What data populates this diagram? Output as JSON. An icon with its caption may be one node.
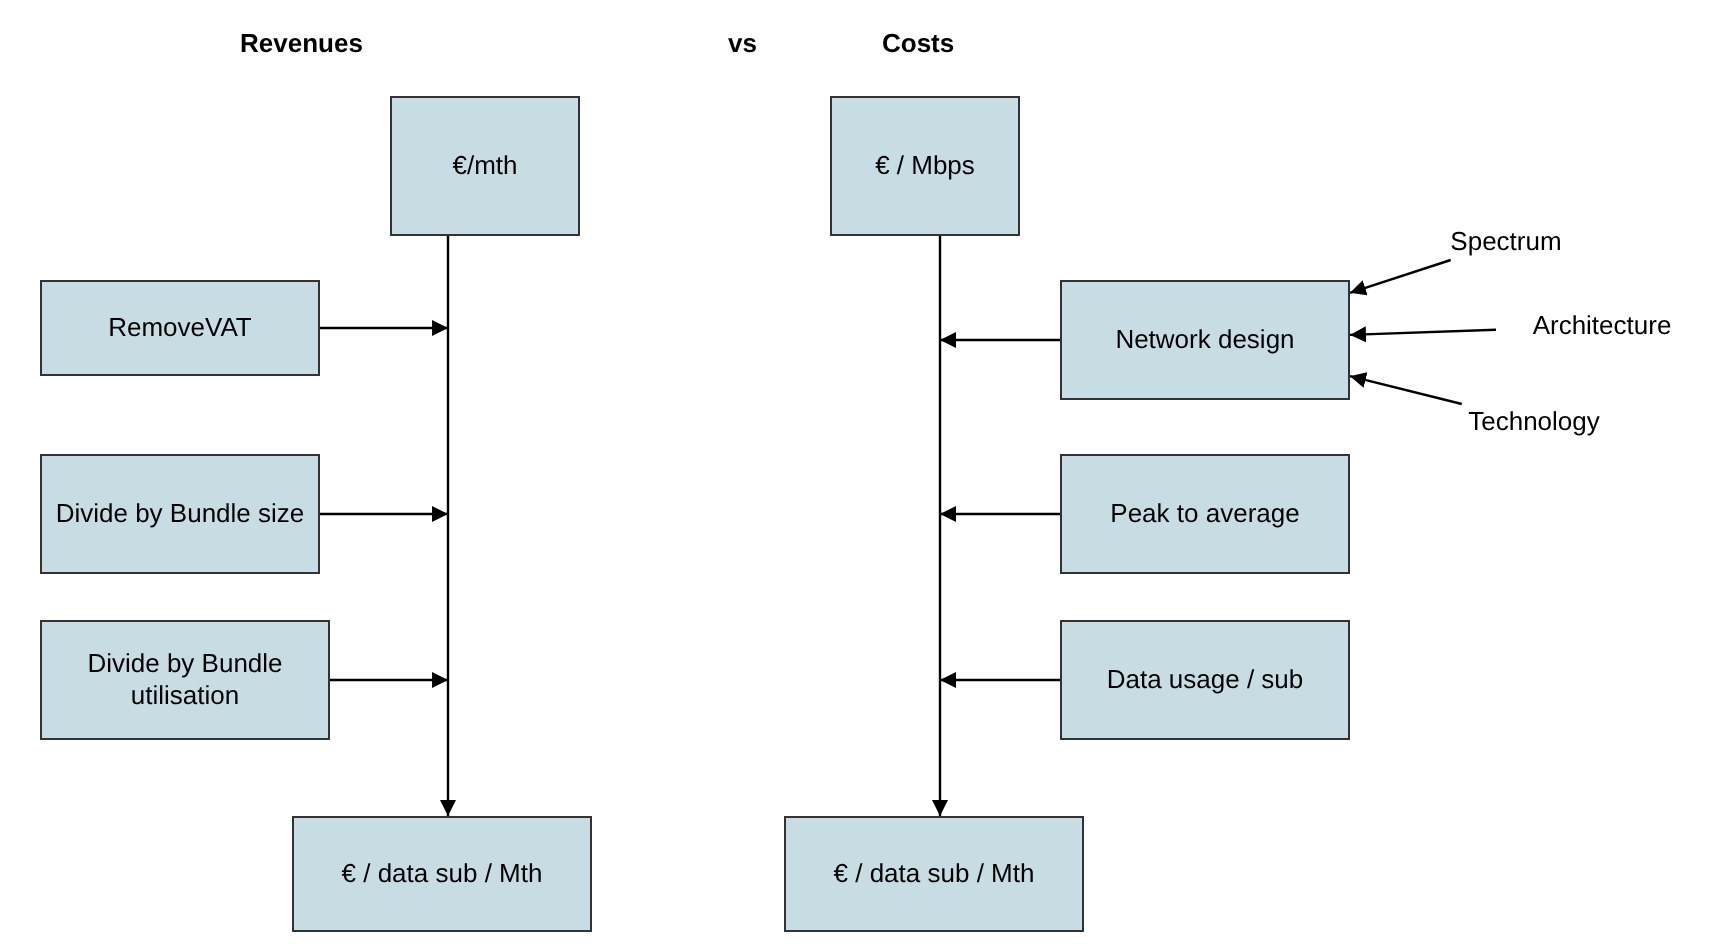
{
  "diagram": {
    "nodes": [
      {
        "text": [
          "€/mth"
        ]
      },
      {
        "text": [
          "RemoveVAT"
        ]
      },
      {
        "text": [
          "Divide by Bundle size"
        ]
      },
      {
        "text": [
          "Divide by Bundle utilisation"
        ]
      },
      {
        "text": [
          "€ / data sub / Mth"
        ]
      },
      {
        "text": [
          "€ / Mbps"
        ]
      },
      {
        "text": [
          "Network design"
        ]
      },
      {
        "text": [
          "Spectrum"
        ]
      },
      {
        "text": [
          "Architecture"
        ]
      },
      {
        "text": [
          "Technology"
        ]
      },
      {
        "text": [
          "Peak to average"
        ]
      },
      {
        "text": [
          "Data usage / sub"
        ]
      },
      {
        "text": [
          "€ / data sub / Mth"
        ]
      }
    ],
    "edges": [
      {
        "from": 0,
        "to": 4,
        "arrow": "to"
      },
      {
        "from": 1,
        "to": null,
        "arrow": "to"
      },
      {
        "from": 2,
        "to": null,
        "arrow": "to"
      },
      {
        "from": 3,
        "to": null,
        "arrow": "to"
      },
      {
        "from": 5,
        "to": 12,
        "arrow": "to"
      },
      {
        "from": 6,
        "to": null,
        "arrow": "to"
      },
      {
        "from": 10,
        "to": null,
        "arrow": "to"
      },
      {
        "from": 11,
        "to": null,
        "arrow": "to"
      },
      {
        "from": 7,
        "to": 6,
        "arrow": "to"
      },
      {
        "from": 8,
        "to": 6,
        "arrow": "to"
      },
      {
        "from": 9,
        "to": 6,
        "arrow": "to"
      }
    ],
    "labels": [
      "Revenues",
      "vs",
      "Costs"
    ]
  }
}
